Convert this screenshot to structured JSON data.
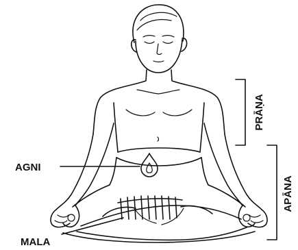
{
  "labels": {
    "agni": "AGNI",
    "mala": "MALA",
    "prana": "PRĀṆA",
    "apana": "APĀNA"
  },
  "colors": {
    "ink": "#111111",
    "background": "#ffffff"
  },
  "icons": {
    "flame": "flame-icon"
  }
}
